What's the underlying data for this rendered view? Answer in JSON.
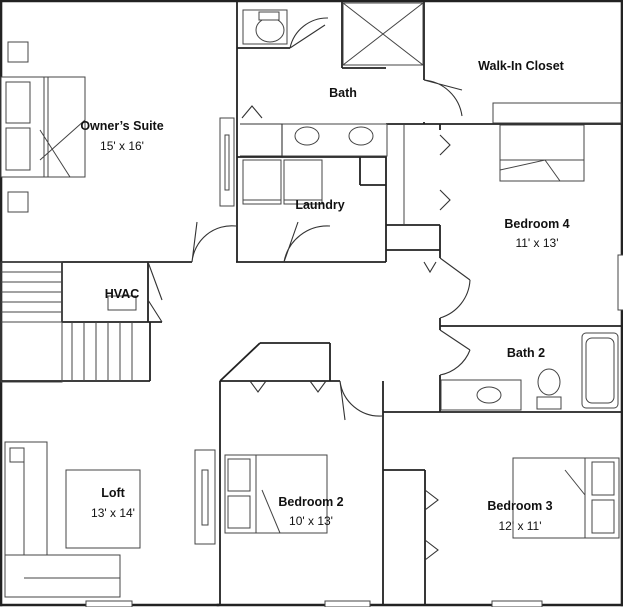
{
  "rooms": {
    "owners_suite": {
      "name": "Owner’s Suite",
      "dims": "15' x 16'"
    },
    "bath": {
      "name": "Bath"
    },
    "walk_in_closet": {
      "name": "Walk-In Closet"
    },
    "laundry": {
      "name": "Laundry"
    },
    "bedroom4": {
      "name": "Bedroom 4",
      "dims": "11' x 13'"
    },
    "hvac": {
      "name": "HVAC"
    },
    "bath2": {
      "name": "Bath 2"
    },
    "loft": {
      "name": "Loft",
      "dims": "13' x 14'"
    },
    "bedroom2": {
      "name": "Bedroom 2",
      "dims": "10' x 13'"
    },
    "bedroom3": {
      "name": "Bedroom 3",
      "dims": "12' x 11'"
    }
  }
}
